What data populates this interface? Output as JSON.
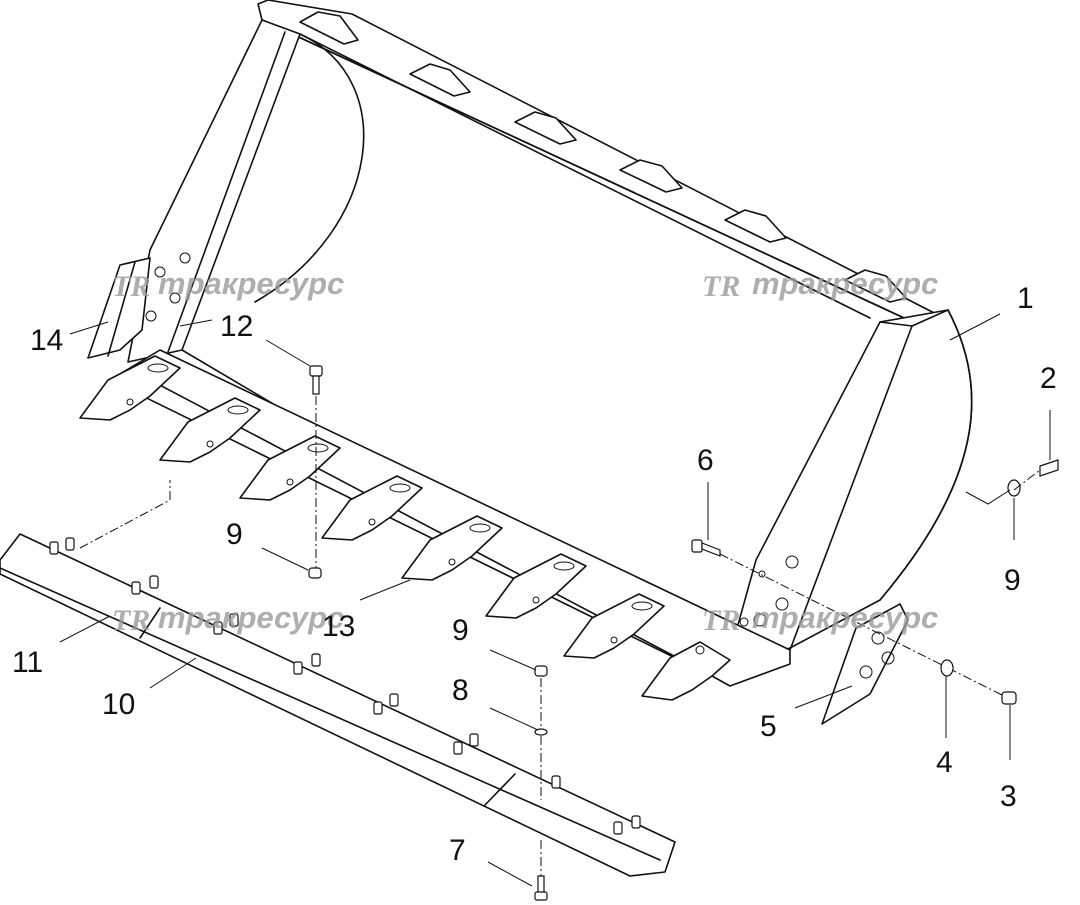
{
  "watermark": {
    "logo": "TR",
    "text": "тракресурс"
  },
  "callouts": [
    {
      "id": "c1",
      "label": "1"
    },
    {
      "id": "c2",
      "label": "2"
    },
    {
      "id": "c3",
      "label": "3"
    },
    {
      "id": "c4",
      "label": "4"
    },
    {
      "id": "c5",
      "label": "5"
    },
    {
      "id": "c6",
      "label": "6"
    },
    {
      "id": "c7",
      "label": "7"
    },
    {
      "id": "c8",
      "label": "8"
    },
    {
      "id": "c9a",
      "label": "9"
    },
    {
      "id": "c9b",
      "label": "9"
    },
    {
      "id": "c9c",
      "label": "9"
    },
    {
      "id": "c10",
      "label": "10"
    },
    {
      "id": "c11",
      "label": "11"
    },
    {
      "id": "c12",
      "label": "12"
    },
    {
      "id": "c13",
      "label": "13"
    },
    {
      "id": "c14",
      "label": "14"
    }
  ]
}
